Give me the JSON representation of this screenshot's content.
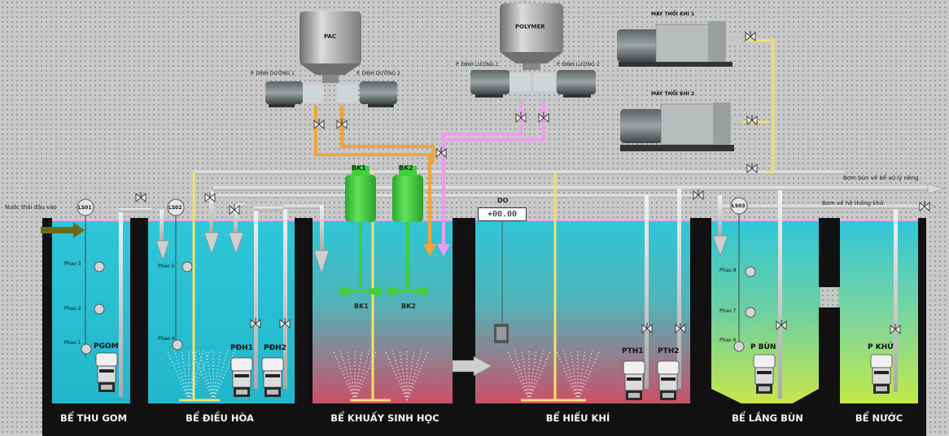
{
  "colors": {
    "background": "#c9c9c9",
    "tank_wall": "#111111",
    "water_top": "#2fc6d8",
    "water_top_dark": "#1ab0c6",
    "aerobic_bottom": "#c9556a",
    "sludge_bottom": "#b8e04a",
    "clean_bottom": "#bfe94a",
    "pac_line": "#f0a23a",
    "polymer_line": "#e89be6",
    "air_line": "#f0e070",
    "mixer": "#3fcf3a",
    "pipe": "#d8d8d8",
    "arrow_inlet": "#6b6a1a"
  },
  "chemicals": {
    "pac_tank_label": "PAC",
    "polymer_tank_label": "POLYMER",
    "pac_pump_1": "P. DINH DƯỠNG 1",
    "pac_pump_2": "P. DINH DƯỠNG 2",
    "polymer_pump_1": "P. ĐỊNH LƯỢNG 1",
    "polymer_pump_2": "P. ĐỊNH LƯỢNG 2"
  },
  "blowers": {
    "blower_1": "MÁY THỔI KHÍ 1",
    "blower_2": "MÁY THỔI KHÍ 2"
  },
  "pipelines": {
    "inlet": "Nước thải đầu vào",
    "sludge_return": "Bơm bùn về bể xử lý riêng",
    "to_system": "Bơm về hệ thống khử"
  },
  "tanks": {
    "t1": "BỂ THU GOM",
    "t2": "BỂ ĐIỀU HÒA",
    "t3": "BỂ KHUẤY SINH HỌC",
    "t4": "BỂ HIẾU KHÍ",
    "t5": "BỂ LẮNG BÙN",
    "t6": "BỂ NƯỚC"
  },
  "pumps": {
    "pgom": "PGOM",
    "pdh1": "PĐH1",
    "pdh2": "PĐH2",
    "pth1": "PTH1",
    "pth2": "PTH2",
    "pbun": "P BÙN",
    "pkhu": "P KHỬ"
  },
  "mixers": {
    "bk1": "BK1",
    "bk2": "BK2"
  },
  "sensors": {
    "do_label": "DO",
    "do_value": "+00.00",
    "lsd1": "LS01",
    "lsd2": "LS02",
    "lsd3": "LS03"
  },
  "floats": {
    "t1_f3": "Phao 3",
    "t1_f2": "Phao 2",
    "t1_f1": "Phao 1",
    "t2_f5": "Phao 5",
    "t2_f4": "Phao 4",
    "t5_f8": "Phao 8",
    "t5_f7": "Phao 7",
    "t5_f6": "Phao 6"
  }
}
